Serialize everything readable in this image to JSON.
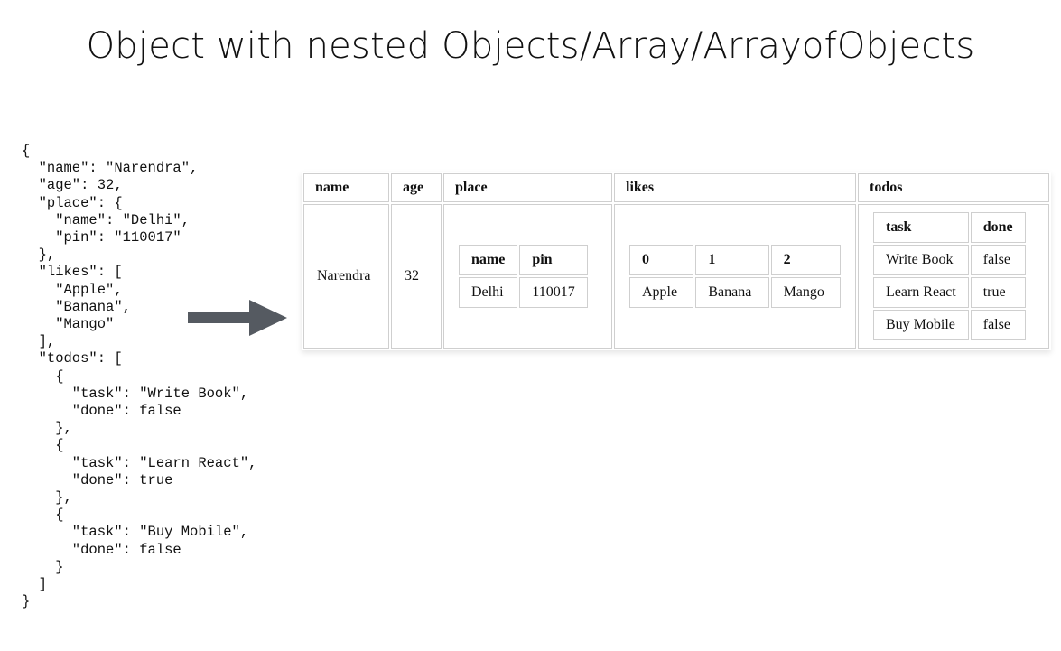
{
  "title": "Object with nested Objects/Array/ArrayofObjects",
  "code_lines": [
    "{",
    "  \"name\": \"Narendra\",",
    "  \"age\": 32,",
    "  \"place\": {",
    "    \"name\": \"Delhi\",",
    "    \"pin\": \"110017\"",
    "  },",
    "  \"likes\": [",
    "    \"Apple\",",
    "    \"Banana\",",
    "    \"Mango\"",
    "  ],",
    "  \"todos\": [",
    "    {",
    "      \"task\": \"Write Book\",",
    "      \"done\": false",
    "    },",
    "    {",
    "      \"task\": \"Learn React\",",
    "      \"done\": true",
    "    },",
    "    {",
    "      \"task\": \"Buy Mobile\",",
    "      \"done\": false",
    "    }",
    "  ]",
    "}"
  ],
  "table": {
    "headers": [
      "name",
      "age",
      "place",
      "likes",
      "todos"
    ],
    "row": {
      "name": "Narendra",
      "age": "32",
      "place": {
        "headers": [
          "name",
          "pin"
        ],
        "values": [
          "Delhi",
          "110017"
        ]
      },
      "likes": {
        "headers": [
          "0",
          "1",
          "2"
        ],
        "values": [
          "Apple",
          "Banana",
          "Mango"
        ]
      },
      "todos": {
        "headers": [
          "task",
          "done"
        ],
        "rows": [
          [
            "Write Book",
            "false"
          ],
          [
            "Learn React",
            "true"
          ],
          [
            "Buy Mobile",
            "false"
          ]
        ]
      }
    }
  },
  "colors": {
    "arrow": "#555a61",
    "border": "#cfcfcf",
    "text": "#111111"
  }
}
